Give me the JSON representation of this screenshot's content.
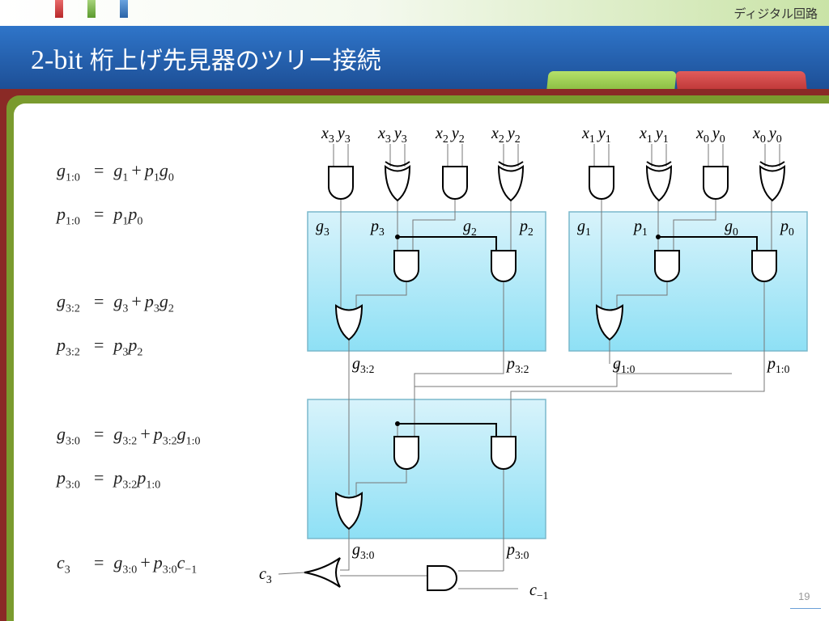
{
  "header": {
    "subject": "ディジタル回路",
    "title_prefix": "2-bit ",
    "title_main": "桁上げ先見器のツリー接続"
  },
  "equations": [
    {
      "lhs_var": "g",
      "lhs_sub": "1:0",
      "rhs": [
        {
          "t": "g",
          "s": "1"
        },
        {
          "op": "+"
        },
        {
          "t": "p",
          "s": "1"
        },
        {
          "t": "g",
          "s": "0"
        }
      ]
    },
    {
      "lhs_var": "p",
      "lhs_sub": "1:0",
      "rhs": [
        {
          "t": "p",
          "s": "1"
        },
        {
          "t": "p",
          "s": "0"
        }
      ]
    },
    {
      "lhs_var": "g",
      "lhs_sub": "3:2",
      "rhs": [
        {
          "t": "g",
          "s": "3"
        },
        {
          "op": "+"
        },
        {
          "t": "p",
          "s": "3"
        },
        {
          "t": "g",
          "s": "2"
        }
      ]
    },
    {
      "lhs_var": "p",
      "lhs_sub": "3:2",
      "rhs": [
        {
          "t": "p",
          "s": "3"
        },
        {
          "t": "p",
          "s": "2"
        }
      ]
    },
    {
      "lhs_var": "g",
      "lhs_sub": "3:0",
      "rhs": [
        {
          "t": "g",
          "s": "3:2"
        },
        {
          "op": "+"
        },
        {
          "t": "p",
          "s": "3:2"
        },
        {
          "t": "g",
          "s": "1:0"
        }
      ]
    },
    {
      "lhs_var": "p",
      "lhs_sub": "3:0",
      "rhs": [
        {
          "t": "p",
          "s": "3:2"
        },
        {
          "t": "p",
          "s": "1:0"
        }
      ]
    },
    {
      "lhs_var": "c",
      "lhs_sub": "3",
      "rhs": [
        {
          "t": "g",
          "s": "3:0"
        },
        {
          "op": "+"
        },
        {
          "t": "p",
          "s": "3:0"
        },
        {
          "t": "c",
          "s": "−1"
        }
      ]
    }
  ],
  "diagram": {
    "inputs": [
      {
        "x": "x",
        "xs": "3",
        "y": "y",
        "ys": "3"
      },
      {
        "x": "x",
        "xs": "3",
        "y": "y",
        "ys": "3"
      },
      {
        "x": "x",
        "xs": "2",
        "y": "y",
        "ys": "2"
      },
      {
        "x": "x",
        "xs": "2",
        "y": "y",
        "ys": "2"
      },
      {
        "x": "x",
        "xs": "1",
        "y": "y",
        "ys": "1"
      },
      {
        "x": "x",
        "xs": "1",
        "y": "y",
        "ys": "1"
      },
      {
        "x": "x",
        "xs": "0",
        "y": "y",
        "ys": "0"
      },
      {
        "x": "x",
        "xs": "0",
        "y": "y",
        "ys": "0"
      }
    ],
    "box_labels": [
      {
        "v": "g",
        "s": "3"
      },
      {
        "v": "p",
        "s": "3"
      },
      {
        "v": "g",
        "s": "2"
      },
      {
        "v": "p",
        "s": "2"
      },
      {
        "v": "g",
        "s": "1"
      },
      {
        "v": "p",
        "s": "1"
      },
      {
        "v": "g",
        "s": "0"
      },
      {
        "v": "p",
        "s": "0"
      }
    ],
    "mid_labels": [
      {
        "v": "g",
        "s": "3:2"
      },
      {
        "v": "p",
        "s": "3:2"
      },
      {
        "v": "g",
        "s": "1:0"
      },
      {
        "v": "p",
        "s": "1:0"
      }
    ],
    "bottom_labels": [
      {
        "v": "g",
        "s": "3:0"
      },
      {
        "v": "p",
        "s": "3:0"
      }
    ],
    "carry_out": {
      "v": "c",
      "s": "3"
    },
    "carry_in": {
      "v": "c",
      "s": "−1"
    },
    "colors": {
      "box_top": "#d8f3fb",
      "box_bottom": "#8ee0f5",
      "box_border": "#7ab8cc"
    }
  },
  "page_number": "19"
}
